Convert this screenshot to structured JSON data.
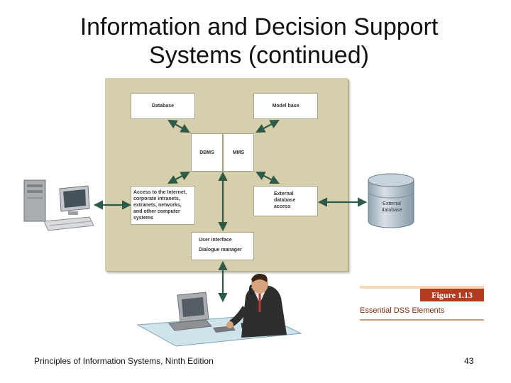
{
  "slide": {
    "title_line1": "Information and Decision Support",
    "title_line2": "Systems (continued)"
  },
  "diagram": {
    "database": "Database",
    "model_base": "Model base",
    "dbms": "DBMS",
    "mms": "MMS",
    "access_lines": [
      "Access to the Internet,",
      "corporate intranets,",
      "extranets, networks,",
      "and other computer",
      "systems"
    ],
    "external_access_lines": [
      "External",
      "database",
      "access"
    ],
    "ui_lines": [
      "User interface",
      "Dialogue manager"
    ],
    "external_database_lines": [
      "External",
      "database"
    ]
  },
  "figure": {
    "number": "Figure 1.13",
    "caption": "Essential DSS Elements"
  },
  "footer": {
    "source": "Principles of Information Systems, Ninth Edition",
    "page": "43"
  },
  "colors": {
    "panel": "#d6cfab",
    "arrow": "#2f5a48",
    "figure_tag": "#b33b20"
  },
  "icons": [
    "computer-workstation-icon",
    "external-database-cylinder-icon",
    "businessman-at-desk-icon"
  ]
}
